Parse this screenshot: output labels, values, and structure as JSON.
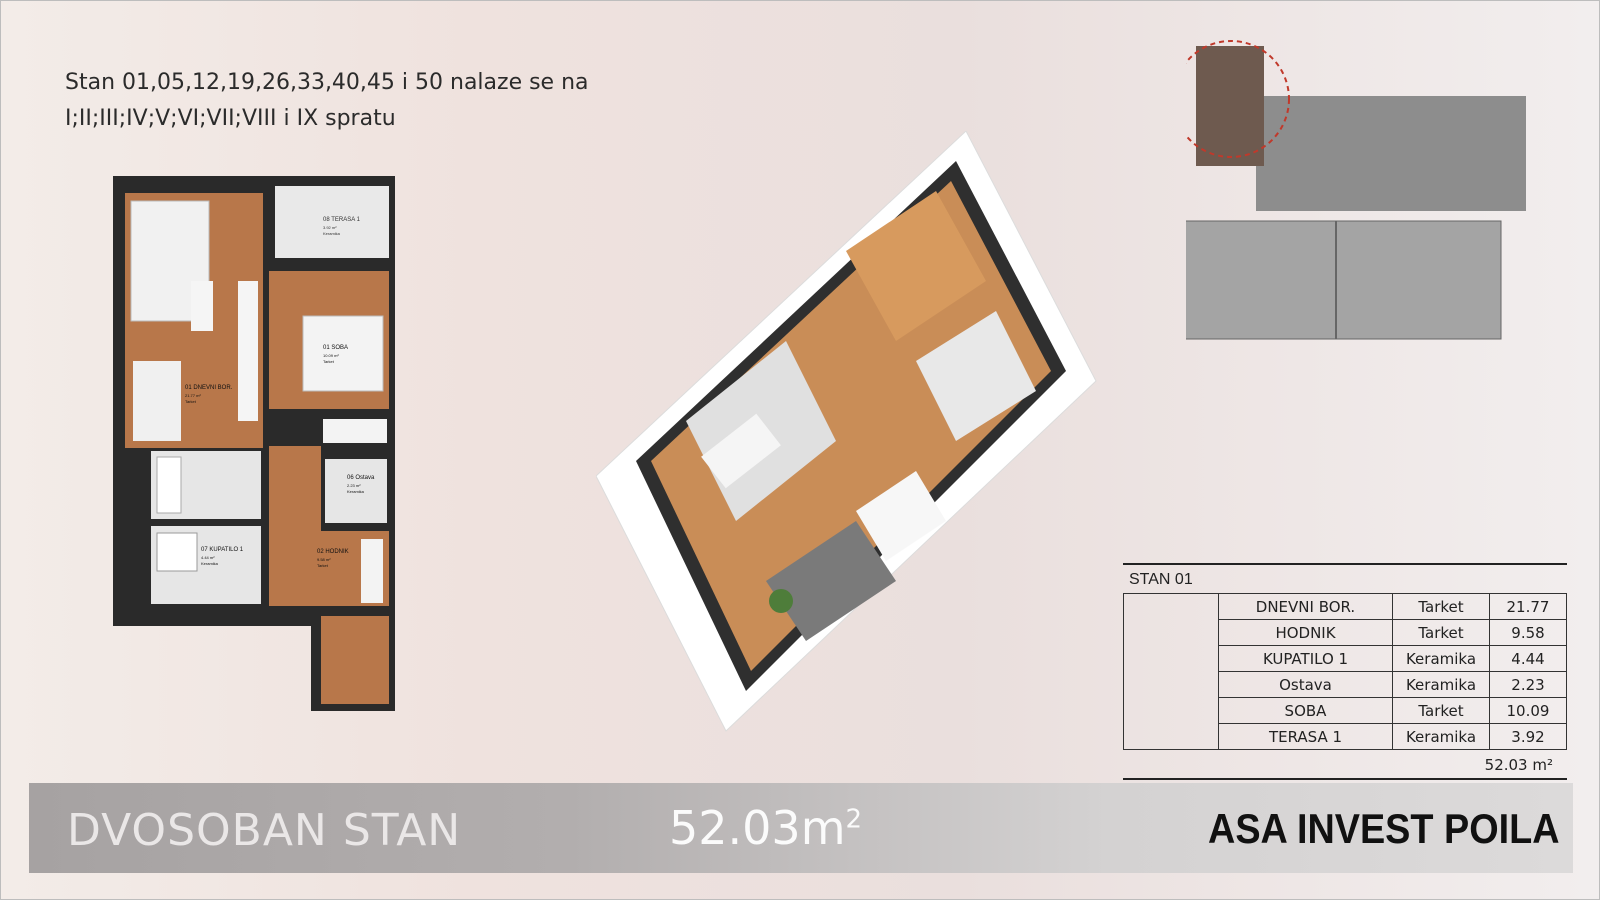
{
  "header": {
    "line1": "Stan 01,05,12,19,26,33,40,45 i 50 nalaze se na",
    "line2": "I;II;III;IV;V;VI;VII;VIII i IX spratu"
  },
  "floor_plan": {
    "terrace_label": "08 TERASA 1",
    "terrace_area": "3.92 m²",
    "terrace_floor": "Keramika",
    "bedroom_label": "01 SOBA",
    "bedroom_area": "10.09 m²",
    "bedroom_floor": "Tarket",
    "living_label": "01 DNEVNI BOR.",
    "living_area": "21.77 m²",
    "living_floor": "Tarket",
    "storage_label": "06 Ostava",
    "storage_area": "2.23 m²",
    "storage_floor": "Keramika",
    "bath_label": "07 KUPATILO 1",
    "bath_area": "4.44 m²",
    "bath_floor": "Keramika",
    "hall_label": "02 HODNIK",
    "hall_area": "9.58 m²",
    "hall_floor": "Tarket"
  },
  "room_table": {
    "title": "STAN 01",
    "rows": [
      {
        "name": "DNEVNI BOR.",
        "floor": "Tarket",
        "area": "21.77"
      },
      {
        "name": "HODNIK",
        "floor": "Tarket",
        "area": "9.58"
      },
      {
        "name": "KUPATILO 1",
        "floor": "Keramika",
        "area": "4.44"
      },
      {
        "name": "Ostava",
        "floor": "Keramika",
        "area": "2.23"
      },
      {
        "name": "SOBA",
        "floor": "Tarket",
        "area": "10.09"
      },
      {
        "name": "TERASA 1",
        "floor": "Keramika",
        "area": "3.92"
      }
    ],
    "total": "52.03 m²"
  },
  "footer": {
    "type": "DVOSOBAN STAN",
    "area_value": "52.03m",
    "area_exp": "2",
    "brand": "ASA INVEST POILA"
  },
  "colors": {
    "wall": "#2a2a2a",
    "parquet": "#b8774a",
    "tile": "#e6e6e6",
    "highlight_circle": "#c0392b"
  }
}
